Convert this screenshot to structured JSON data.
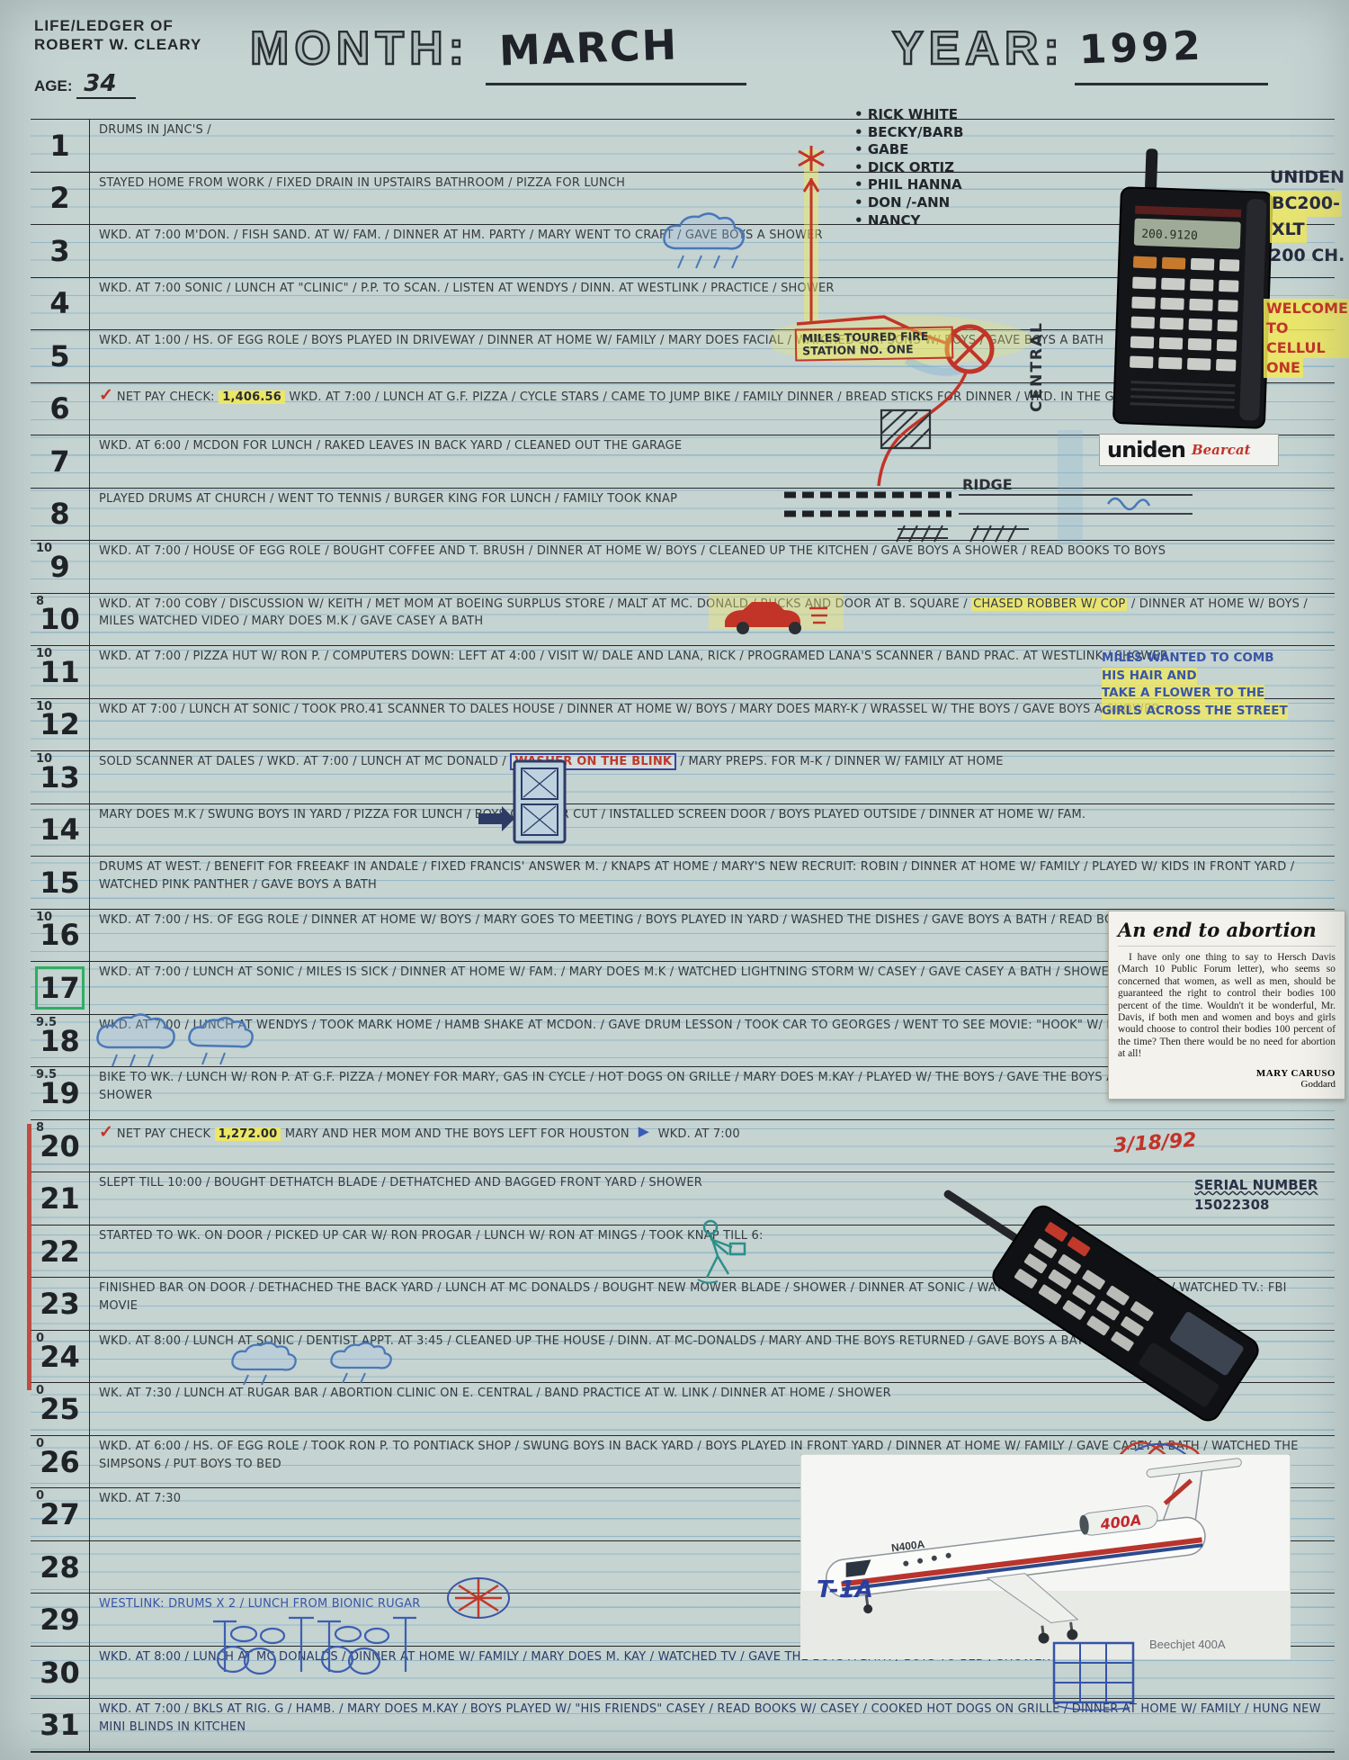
{
  "colors": {
    "paper": "#c5d3d1",
    "ink": "#363b41",
    "accent_red": "#c23428",
    "highlight_yellow": "#efe96a",
    "blue_ink": "#3a55a8",
    "green_box": "#2fae62"
  },
  "header": {
    "owner_line1": "LIFE/LEDGER OF",
    "owner_line2": "ROBERT W. CLEARY",
    "age_label": "AGE:",
    "age_value": "34",
    "month_label": "MONTH:",
    "month_value": "MARCH",
    "year_label": "YEAR:",
    "year_value": "1992"
  },
  "names": [
    "RICK WHITE",
    "BECKY/BARB",
    "GABE",
    "DICK ORTIZ",
    "PHIL HANNA",
    "DON /-ANN",
    "NANCY"
  ],
  "scanner1": {
    "display": "200.9120",
    "note1": "UNIDEN",
    "note2": "BC200-",
    "note3": "XLT",
    "note4": "200 CH.",
    "welcome1": "WELCOME",
    "welcome2": "TO CELLUL",
    "welcome3": "ONE",
    "logo_brand": "uniden",
    "logo_model": "Bearcat"
  },
  "scanner2": {
    "serial_label": "SERIAL NUMBER",
    "serial_value": "15022308"
  },
  "map": {
    "central": "CENTRAL",
    "ridge": "RIDGE"
  },
  "clipping": {
    "headline": "An end to abortion",
    "body": "I have only one thing to say to Hersch Davis (March 10 Public Forum letter), who seems so concerned that women, as well as men, should be guaranteed the right to control their bodies 100 percent of the time. Wouldn't it be wonderful, Mr. Davis, if both men and women and boys and girls would choose to control their bodies 100 percent of the time? Then there would be no need for abortion at all!",
    "signature": "MARY CARUSO",
    "city": "Goddard",
    "date_note": "3/18/92"
  },
  "plane": {
    "reg": "N400A",
    "engine_label": "400A",
    "caption": "Beechjet 400A",
    "note": "T-1A"
  },
  "days": [
    {
      "n": "1",
      "sup": "",
      "text": "DRUMS IN JANC'S /"
    },
    {
      "n": "2",
      "sup": "",
      "text": "STAYED HOME FROM WORK / FIXED DRAIN IN UPSTAIRS BATHROOM / PIZZA FOR LUNCH"
    },
    {
      "n": "3",
      "sup": "",
      "text": "WKD. AT 7:00 M'DON. / FISH SAND. AT W/ FAM. / DINNER AT HM. PARTY / MARY WENT TO CRAFT / GAVE BOYS A SHOWER"
    },
    {
      "n": "4",
      "sup": "",
      "text": "WKD. AT 7:00 SONIC / LUNCH AT \"CLINIC\" / P.P. TO SCAN. / LISTEN AT WENDYS / DINN. AT WESTLINK / PRACTICE / SHOWER"
    },
    {
      "n": "5",
      "sup": "",
      "text": "WKD. AT 1:00 / HS. OF EGG ROLE / BOYS PLAYED IN DRIVEWAY / DINNER AT HOME W/ FAMILY / MARY DOES FACIAL / WATCHED SIMPSONS W/ BOYS / GAVE BOYS A BATH",
      "callout": "MILES TOURED FIRE STATION NO. ONE"
    },
    {
      "n": "6",
      "sup": "",
      "check": "✓",
      "label": "NET PAY CHECK:",
      "pay": "1,406.56",
      "text": "WKD. AT 7:00 / LUNCH AT G.F. PIZZA / CYCLE STARS / CAME TO JUMP BIKE / FAMILY DINNER / BREAD STICKS FOR DINNER / WKD. IN THE GARAGE / SHOWER"
    },
    {
      "n": "7",
      "sup": "",
      "text": "WKD. AT 6:00 / MCDON FOR LUNCH / RAKED LEAVES IN BACK YARD / CLEANED OUT THE GARAGE"
    },
    {
      "n": "8",
      "sup": "",
      "text": "PLAYED DRUMS AT CHURCH / WENT TO TENNIS / BURGER KING FOR LUNCH / FAMILY TOOK KNAP"
    },
    {
      "n": "9",
      "sup": "10",
      "text": "WKD. AT 7:00 / HOUSE OF EGG ROLE / BOUGHT COFFEE AND T. BRUSH / DINNER AT HOME W/ BOYS / CLEANED UP THE KITCHEN / GAVE BOYS A SHOWER / READ BOOKS TO BOYS"
    },
    {
      "n": "10",
      "sup": "8",
      "t1": "WKD. AT 7:00 COBY / DISCUSSION W/ KEITH / MET MOM AT BOEING SURPLUS STORE / MALT AT MC. DONALD / BUCKS AND DOOR AT B. SQUARE / ",
      "hl": "CHASED ROBBER W/ COP",
      "t2": " / DINNER AT HOME W/ BOYS / MILES WATCHED VIDEO / MARY DOES M.K / GAVE CASEY A BATH"
    },
    {
      "n": "11",
      "sup": "10",
      "text": "WKD. AT 7:00 / PIZZA HUT W/ RON P. / COMPUTERS DOWN: LEFT AT 4:00 / VISIT W/ DALE AND LANA, RICK / PROGRAMED LANA'S SCANNER / BAND PRAC. AT WESTLINK / SHOWER"
    },
    {
      "n": "12",
      "sup": "10",
      "text": "WKD AT 7:00 / LUNCH AT SONIC / TOOK PRO.41 SCANNER TO DALES HOUSE / DINNER AT HOME W/ BOYS / MARY DOES MARY-K / WRASSEL W/ THE BOYS / GAVE BOYS A SHOWER"
    },
    {
      "n": "13",
      "sup": "10",
      "t1": "SOLD SCANNER AT DALES / WKD. AT 7:00 / LUNCH AT MC DONALD / ",
      "alert": "WASHER ON THE BLINK",
      "t2": " / MARY PREPS. FOR M-K / DINNER W/ FAMILY AT HOME"
    },
    {
      "n": "14",
      "sup": "",
      "text": "MARY DOES M.K / SWUNG BOYS IN YARD / PIZZA FOR LUNCH / BOYS GOT HAIR CUT / INSTALLED SCREEN DOOR / BOYS PLAYED OUTSIDE / DINNER AT HOME W/ FAM."
    },
    {
      "n": "15",
      "sup": "",
      "text": "DRUMS AT WEST. / BENEFIT FOR FREEAKF IN ANDALE / FIXED FRANCIS' ANSWER M. / KNAPS AT HOME / MARY'S NEW RECRUIT: ROBIN / DINNER AT HOME W/ FAMILY / PLAYED W/ KIDS IN FRONT YARD / WATCHED PINK PANTHER / GAVE BOYS A BATH"
    },
    {
      "n": "16",
      "sup": "10",
      "text": "WKD. AT 7:00 / HS. OF EGG ROLE / DINNER AT HOME W/ BOYS / MARY GOES TO MEETING / BOYS PLAYED IN YARD / WASHED THE DISHES / GAVE BOYS A BATH / READ BOOKS TO BOYS"
    },
    {
      "n": "17",
      "sup": "",
      "text": "WKD. AT 7:00 / LUNCH AT SONIC / MILES IS SICK / DINNER AT HOME W/ FAM. / MARY DOES M.K / WATCHED LIGHTNING STORM W/ CASEY / GAVE CASEY A BATH / SHOWER / SLEPT W/ MILES"
    },
    {
      "n": "18",
      "sup": "9.5",
      "text": "WKD. AT 7:00 / LUNCH AT WENDYS / TOOK MARK HOME / HAMB SHAKE AT MCDON. / GAVE DRUM LESSON / TOOK CAR TO GEORGES / WENT TO SEE MOVIE: \"HOOK\" W/ MARY AND MILES"
    },
    {
      "n": "19",
      "sup": "9.5",
      "text": "BIKE TO WK. / LUNCH W/ RON P. AT G.F. PIZZA / MONEY FOR MARY, GAS IN CYCLE / HOT DOGS ON GRILLE / MARY DOES M.KAY / PLAYED W/ THE BOYS / GAVE THE BOYS A BATH / CLEANED UP THE HOUSE / SHOWER"
    },
    {
      "n": "20",
      "sup": "8",
      "check": "✓",
      "label": "NET PAY CHECK",
      "pay": "1,272.00",
      "t1": "MARY AND HER MOM AND THE BOYS LEFT FOR HOUSTON",
      "arrow": "►",
      "t2": "WKD. AT 7:00"
    },
    {
      "n": "21",
      "sup": "",
      "text": "SLEPT TILL 10:00 / BOUGHT DETHATCH BLADE / DETHATCHED AND BAGGED FRONT YARD / SHOWER"
    },
    {
      "n": "22",
      "sup": "",
      "text": "STARTED TO WK. ON DOOR / PICKED UP CAR W/ RON PROGAR / LUNCH W/ RON AT MINGS / TOOK KNAP TILL 6:"
    },
    {
      "n": "23",
      "sup": "",
      "text": "FINISHED BAR ON DOOR / DETHACHED THE BACK YARD / LUNCH AT MC DONALDS / BOUGHT NEW MOWER BLADE / SHOWER / DINNER AT SONIC / WATCHED AIRPLANES FLY OVER / WATCHED TV.: FBI MOVIE"
    },
    {
      "n": "24",
      "sup": "0",
      "text": "WKD. AT 8:00 / LUNCH AT SONIC / DENTIST APPT. AT 3:45 / CLEANED UP THE HOUSE / DINN. AT MC-DONALDS / MARY AND THE BOYS RETURNED / GAVE BOYS A BATH"
    },
    {
      "n": "25",
      "sup": "0",
      "text": "WK. AT 7:30 / LUNCH AT RUGAR BAR / ABORTION CLINIC ON E. CENTRAL / BAND PRACTICE AT W. LINK / DINNER AT HOME / SHOWER"
    },
    {
      "n": "26",
      "sup": "0",
      "text": "WKD. AT 6:00 / HS. OF EGG ROLE / TOOK RON P. TO PONTIACK SHOP / SWUNG BOYS IN BACK YARD / BOYS PLAYED IN FRONT YARD / DINNER AT HOME W/ FAMILY / GAVE CASEY A BATH / WATCHED THE SIMPSONS / PUT BOYS TO BED"
    },
    {
      "n": "27",
      "sup": "0",
      "text": "WKD. AT 7:30"
    },
    {
      "n": "28",
      "sup": "",
      "text": ""
    },
    {
      "n": "29",
      "sup": "",
      "text": "WESTLINK: DRUMS X 2 / LUNCH FROM BIONIC RUGAR"
    },
    {
      "n": "30",
      "sup": "",
      "text": "WKD. AT 8:00 / LUNCH AT MC DONALDS / DINNER AT HOME W/ FAMILY / MARY DOES M. KAY / WATCHED TV / GAVE THE BOYS A BATH / BOYS TO BED / SHOWER"
    },
    {
      "n": "31",
      "sup": "",
      "text": "WKD. AT 7:00 / BKLS AT RIG. G / HAMB. / MARY DOES M.KAY / BOYS PLAYED W/ \"HIS FRIENDS\" CASEY / READ BOOKS W/ CASEY / COOKED HOT DOGS ON GRILLE / DINNER AT HOME W/ FAMILY / HUNG NEW MINI BLINDS IN KITCHEN"
    }
  ]
}
